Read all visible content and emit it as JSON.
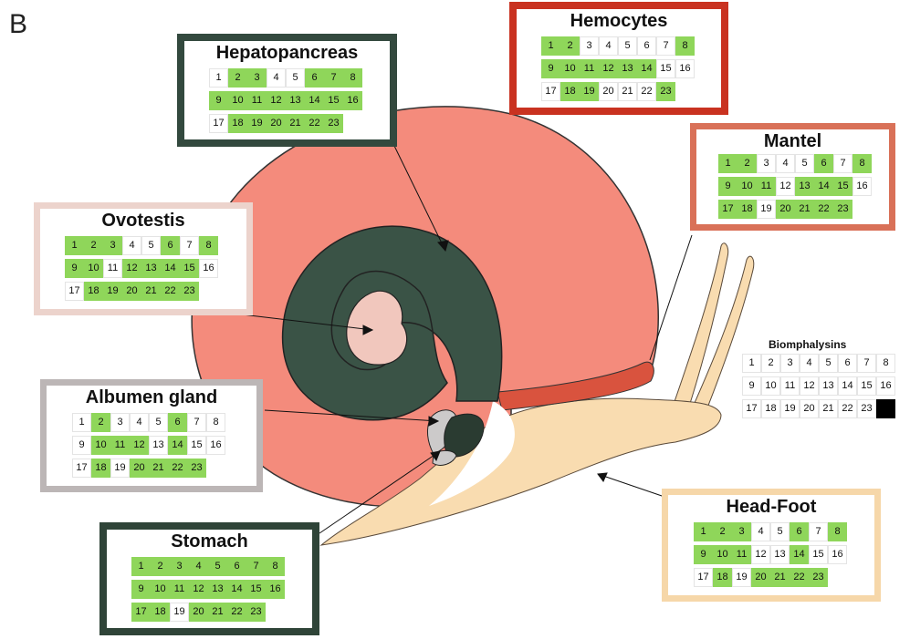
{
  "panel_label": "B",
  "colors": {
    "expressed": "#8fd65a",
    "not_expressed": "#ffffff",
    "shell": "#f48b7c",
    "spiral": "#3a5346",
    "foot": "#f9dcb0",
    "mantle_edge": "#d9533e"
  },
  "organs": [
    {
      "id": "hepatopancreas",
      "title": "Hepatopancreas",
      "border_color": "#33493e",
      "expressed": [
        2,
        3,
        6,
        7,
        8,
        9,
        10,
        11,
        12,
        13,
        14,
        15,
        16,
        18,
        19,
        20,
        21,
        22,
        23
      ]
    },
    {
      "id": "hemocytes",
      "title": "Hemocytes",
      "border_color": "#c93220",
      "expressed": [
        1,
        2,
        8,
        9,
        10,
        11,
        12,
        13,
        14,
        18,
        19,
        23
      ]
    },
    {
      "id": "mantel",
      "title": "Mantel",
      "border_color": "#d97158",
      "expressed": [
        1,
        2,
        6,
        8,
        9,
        10,
        11,
        13,
        14,
        15,
        17,
        18,
        20,
        21,
        22,
        23
      ]
    },
    {
      "id": "ovotestis",
      "title": "Ovotestis",
      "border_color": "#ecd3cc",
      "expressed": [
        1,
        2,
        3,
        6,
        8,
        9,
        10,
        12,
        13,
        14,
        15,
        18,
        19,
        20,
        21,
        22,
        23
      ]
    },
    {
      "id": "albumen-gland",
      "title": "Albumen gland",
      "border_color": "#bcb6b6",
      "expressed": [
        2,
        6,
        10,
        11,
        12,
        14,
        18,
        20,
        21,
        22,
        23
      ]
    },
    {
      "id": "stomach",
      "title": "Stomach",
      "border_color": "#2f4438",
      "expressed": [
        1,
        2,
        3,
        4,
        5,
        6,
        7,
        8,
        9,
        10,
        11,
        12,
        13,
        14,
        15,
        16,
        17,
        18,
        20,
        21,
        22,
        23
      ]
    },
    {
      "id": "head-foot",
      "title": "Head-Foot",
      "border_color": "#f6d7a9",
      "expressed": [
        1,
        2,
        3,
        6,
        8,
        9,
        10,
        11,
        14,
        18,
        20,
        21,
        22,
        23
      ]
    }
  ],
  "legend": {
    "title": "Biomphalysins",
    "black_cell": 24
  },
  "cell_numbers": [
    1,
    2,
    3,
    4,
    5,
    6,
    7,
    8,
    9,
    10,
    11,
    12,
    13,
    14,
    15,
    16,
    17,
    18,
    19,
    20,
    21,
    22,
    23
  ]
}
